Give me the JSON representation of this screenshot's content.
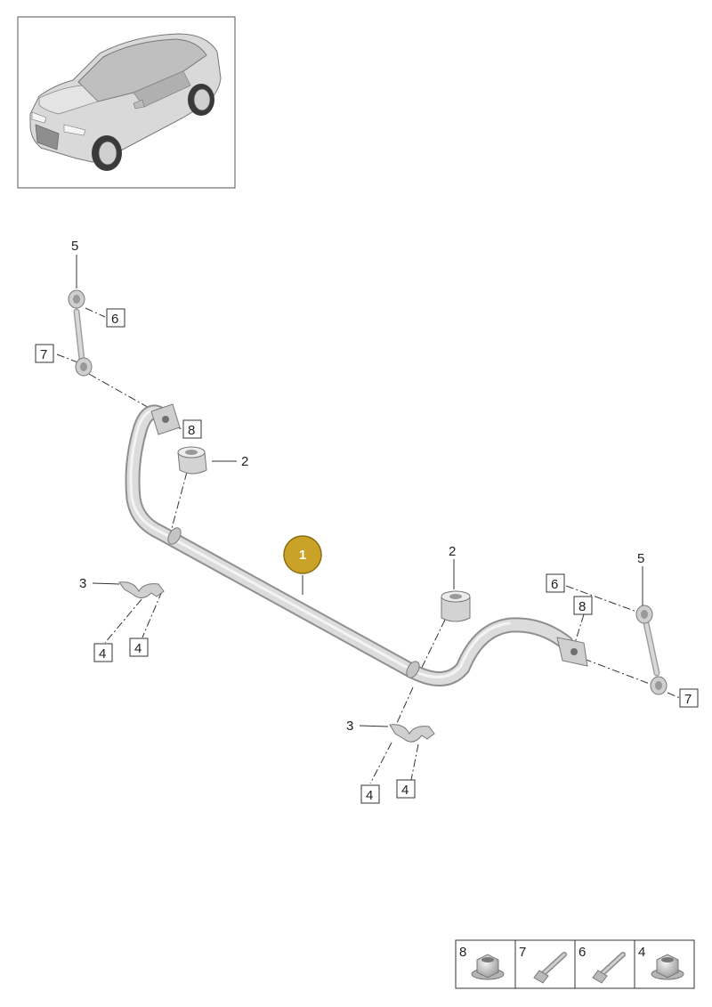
{
  "callouts": {
    "c1": "1",
    "c2a": "2",
    "c2b": "2",
    "c3a": "3",
    "c3b": "3",
    "c4a": "4",
    "c4b": "4",
    "c4c": "4",
    "c4d": "4",
    "c5a": "5",
    "c5b": "5",
    "c6a": "6",
    "c6b": "6",
    "c7a": "7",
    "c7b": "7",
    "c8a": "8",
    "c8b": "8"
  },
  "legend": {
    "items": [
      {
        "number": "8",
        "part": "flange-nut"
      },
      {
        "number": "7",
        "part": "bolt"
      },
      {
        "number": "6",
        "part": "bolt"
      },
      {
        "number": "4",
        "part": "flange-nut"
      }
    ]
  },
  "colors": {
    "highlight": "#c9a227",
    "part_fill": "#d4d4d4",
    "part_shade": "#a8a8a8",
    "line": "#333333"
  }
}
